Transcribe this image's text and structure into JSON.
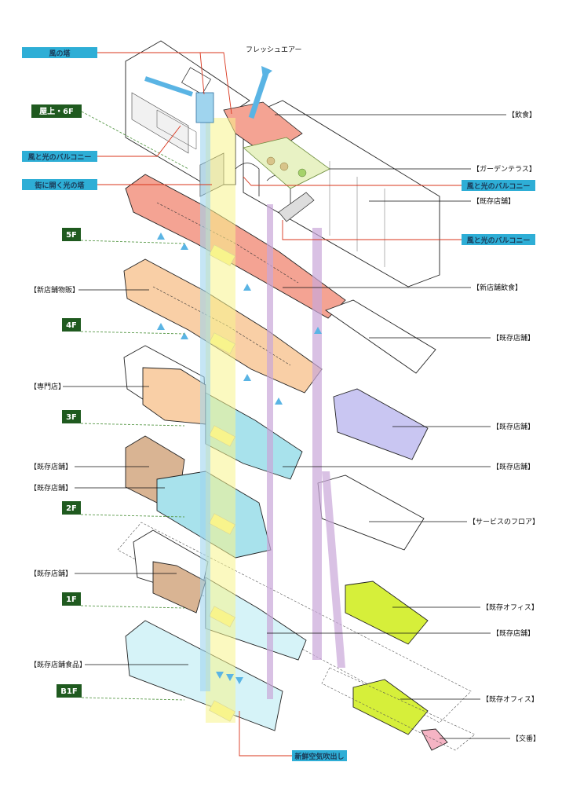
{
  "callouts_right": [
    {
      "id": "inshoku",
      "text": "【飲食】"
    },
    {
      "id": "garden",
      "text": "【ガーデンテラス】"
    },
    {
      "id": "kizon1",
      "text": "【既存店舗】"
    },
    {
      "id": "shin-inshoku",
      "text": "【新店舗飲食】"
    },
    {
      "id": "kizon2",
      "text": "【既存店舗】"
    },
    {
      "id": "kizon3",
      "text": "【既存店舗】"
    },
    {
      "id": "kizon4",
      "text": "【既存店舗】"
    },
    {
      "id": "service",
      "text": "【サービスのフロア】"
    },
    {
      "id": "office1",
      "text": "【既存オフィス】"
    },
    {
      "id": "kizon5",
      "text": "【既存店舗】"
    },
    {
      "id": "office2",
      "text": "【既存オフィス】"
    },
    {
      "id": "koban",
      "text": "【交番】"
    }
  ],
  "callouts_left": [
    {
      "id": "shin-buppan",
      "text": "【新店舗物販】"
    },
    {
      "id": "senmon",
      "text": "【専門店】"
    },
    {
      "id": "kizon-a",
      "text": "【既存店舗】"
    },
    {
      "id": "kizon-b",
      "text": "【既存店舗】"
    },
    {
      "id": "kizon-c",
      "text": "【既存店舗】"
    },
    {
      "id": "kizon-food",
      "text": "【既存店舗食品】"
    }
  ],
  "cyan_labels": [
    {
      "id": "kaze-no-to",
      "text": "風の塔"
    },
    {
      "id": "balcony-left",
      "text": "風と光のバルコニー"
    },
    {
      "id": "hikari-no-to",
      "text": "街に開く光の塔"
    },
    {
      "id": "balcony-right1",
      "text": "風と光のバルコニー"
    },
    {
      "id": "balcony-right2",
      "text": "風と光のバルコニー"
    },
    {
      "id": "fresh-outlet",
      "text": "新鮮空気吹出し"
    }
  ],
  "fresh_air": "フレッシュエアー",
  "floors": [
    {
      "id": "roof",
      "text": "屋上・6F"
    },
    {
      "id": "f5",
      "text": "5F"
    },
    {
      "id": "f4",
      "text": "4F"
    },
    {
      "id": "f3",
      "text": "3F"
    },
    {
      "id": "f2",
      "text": "2F"
    },
    {
      "id": "f1",
      "text": "1F"
    },
    {
      "id": "b1",
      "text": "B1F"
    }
  ],
  "colors": {
    "restaurant": "#f4a393",
    "retail_new": "#f9cfa6",
    "existing_brown": "#d9b493",
    "cyan_zone": "#a8e2ec",
    "pale_cyan": "#d6f3f8",
    "lime_office": "#d6ef3a",
    "lavender": "#c9c6f2",
    "koban_pink": "#f5b4c4",
    "light_tower": "#f8f48c",
    "wind_tower": "#9fd4ee",
    "label_cyan": "#2eaed6",
    "floor_green": "#1f5a1f"
  }
}
